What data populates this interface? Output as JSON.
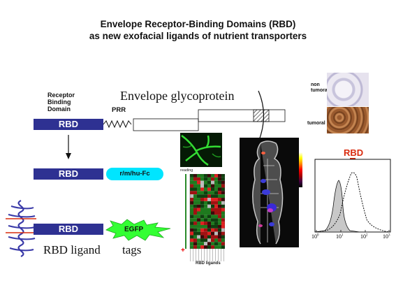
{
  "title": {
    "line1": "Envelope Receptor-Binding Domains (RBD)",
    "line2": "as new exofacial ligands of nutrient transporters"
  },
  "diagram": {
    "receptor_label": "Receptor\nBinding\nDomain",
    "rbd_label": "RBD",
    "prr_label": "PRR",
    "envelope_label": "Envelope glycoprotein",
    "fc_label": "r/m/hu-Fc",
    "egfp_label": "EGFP",
    "rbd_ligand_label": "RBD ligand",
    "tags_label": "tags"
  },
  "histology": {
    "non_tumoral_label": "non\ntumoral",
    "tumoral_label": "tumoral"
  },
  "heatmap": {
    "top_label": "reading",
    "bottom_label": "RBD ligands",
    "plus_sign": "+"
  },
  "flow": {
    "rbd_label": "RBD",
    "x_ticks": [
      "10",
      "10",
      "10",
      "10"
    ],
    "x_exps": [
      "0",
      "1",
      "2",
      "3"
    ]
  },
  "colors": {
    "rbd_box": "#2e3192",
    "fc_pill": "#00e5ff",
    "egfp": "#33ff33",
    "rbd_red": "#d92b0e",
    "coil": "#3a3aa8"
  }
}
